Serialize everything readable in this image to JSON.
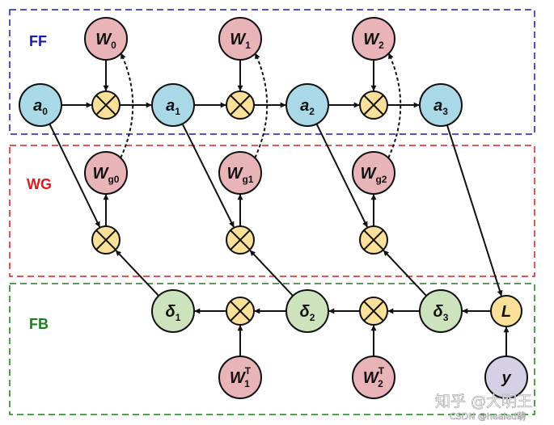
{
  "sections": [
    {
      "id": "ff",
      "label": "FF",
      "color": "#1a1aa8"
    },
    {
      "id": "wg",
      "label": "WG",
      "color": "#cc2222"
    },
    {
      "id": "fb",
      "label": "FB",
      "color": "#1f7a1f"
    }
  ],
  "node_labels": {
    "w0": {
      "main": "W",
      "sub": "0",
      "sup": ""
    },
    "w1": {
      "main": "W",
      "sub": "1",
      "sup": ""
    },
    "w2": {
      "main": "W",
      "sub": "2",
      "sup": ""
    },
    "a0": {
      "main": "a",
      "sub": "0",
      "sup": ""
    },
    "a1": {
      "main": "a",
      "sub": "1",
      "sup": ""
    },
    "a2": {
      "main": "a",
      "sub": "2",
      "sup": ""
    },
    "a3": {
      "main": "a",
      "sub": "3",
      "sup": ""
    },
    "wg0": {
      "main": "W",
      "sub": "g0",
      "sup": ""
    },
    "wg1": {
      "main": "W",
      "sub": "g1",
      "sup": ""
    },
    "wg2": {
      "main": "W",
      "sub": "g2",
      "sup": ""
    },
    "d1": {
      "main": "δ",
      "sub": "1",
      "sup": ""
    },
    "d2": {
      "main": "δ",
      "sub": "2",
      "sup": ""
    },
    "d3": {
      "main": "δ",
      "sub": "3",
      "sup": ""
    },
    "L": {
      "main": "L",
      "sub": "",
      "sup": ""
    },
    "y": {
      "main": "y",
      "sub": "",
      "sup": ""
    },
    "w1t": {
      "main": "W",
      "sub": "1",
      "sup": "T"
    },
    "w2t": {
      "main": "W",
      "sub": "2",
      "sup": "T"
    }
  },
  "operator_symbol": "×",
  "colors": {
    "weight": "#e8b4b8",
    "activation": "#a9d8e6",
    "error": "#cde3bd",
    "operator": "#fbe09a",
    "loss": "#fbe09a",
    "target": "#d6d0e6",
    "stroke": "#111111"
  },
  "watermark": {
    "main": "知乎 @大明王",
    "sub": "CSDN @healed萌"
  }
}
